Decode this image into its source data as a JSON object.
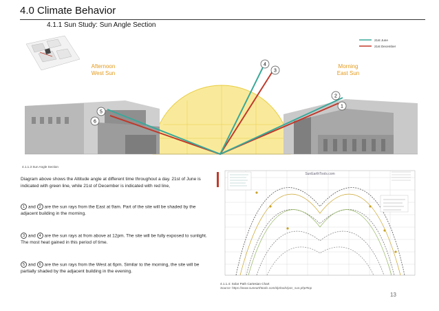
{
  "heading": "4.0  Climate Behavior",
  "subheading": "4.1.1  Sun Study: Sun Angle Section",
  "diagram": {
    "afternoon_label_1": "Afternoon",
    "afternoon_label_2": "West Sun",
    "morning_label_1": "Morning",
    "morning_label_2": "East Sun",
    "legend_june": "21st June",
    "legend_december": "21st December",
    "color_june": "#3aa89a",
    "color_december": "#c0392b",
    "markers": [
      "1",
      "2",
      "3",
      "4",
      "5",
      "6"
    ]
  },
  "section_caption": "4.1.1.3 Sun Angle Section",
  "paragraphs": {
    "intro": "Diagram above shows the Altitude angle at different time throughout a day. 21st of June is indicated with green line, while 21st of December is indicated with red line,",
    "p1_a": "1",
    "p1_and": "and",
    "p1_b": "2",
    "p1_text": "are the sun rays from the East at 9am. Part of the site will be shaded by the adjacent building in the morning.",
    "p2_a": "3",
    "p2_and": "and",
    "p2_b": "4",
    "p2_text": "are the sun rays at from above at 12pm. The site will be fully exposed to sunlight. The most heat gained in this period of time.",
    "p3_a": "5",
    "p3_and": "and",
    "p3_b": "6",
    "p3_text": "are the sun rays from the West at 6pm. Similar to the morning, the site will be partially shaded by the adjacent building in the evening."
  },
  "chart": {
    "watermark": "SunEarthTools.com"
  },
  "chart_caption": "4.1.1.4: Solar Path Cartesian Chart",
  "chart_source": "Source: https://www.sunearthtools.com/dp/tools/pos_sun.php#top",
  "page_number": "13"
}
